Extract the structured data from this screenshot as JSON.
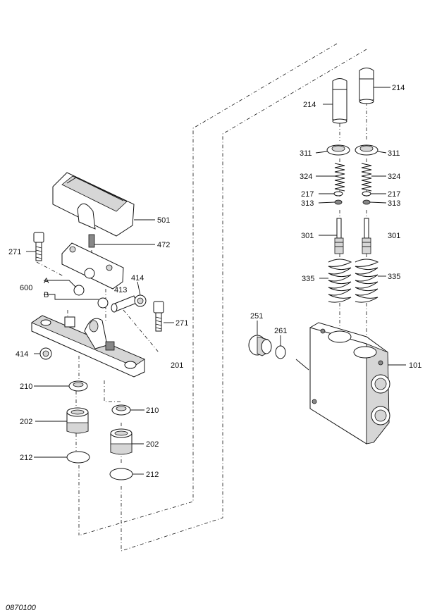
{
  "drawing_code": "0870100",
  "labels": {
    "p214a": "214",
    "p214b": "214",
    "p311a": "311",
    "p311b": "311",
    "p324a": "324",
    "p324b": "324",
    "p217a": "217",
    "p217b": "217",
    "p313a": "313",
    "p313b": "313",
    "p301a": "301",
    "p301b": "301",
    "p335a": "335",
    "p335b": "335",
    "p251": "251",
    "p261": "261",
    "p101": "101",
    "p501": "501",
    "p472": "472",
    "p271a": "271",
    "p271b": "271",
    "p600": "600",
    "pA": "A",
    "pB": "B",
    "p414a": "414",
    "p414b": "414",
    "p413": "413",
    "p201": "201",
    "p210a": "210",
    "p210b": "210",
    "p202a": "202",
    "p202b": "202",
    "p212a": "212",
    "p212b": "212"
  }
}
